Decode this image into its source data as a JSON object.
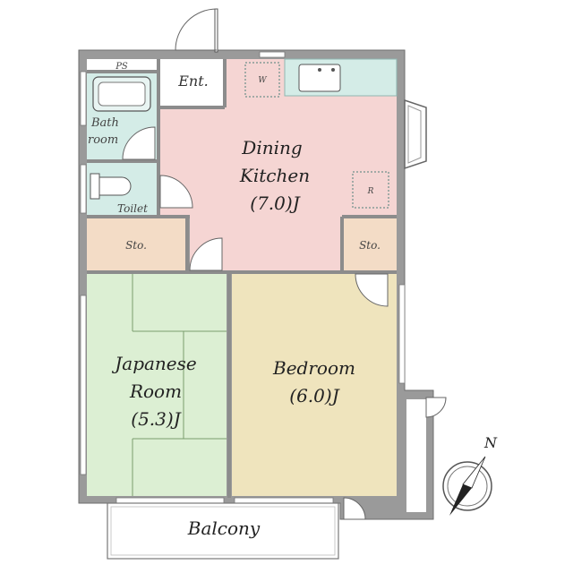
{
  "rooms": {
    "ps": "PS",
    "entrance": "Ent.",
    "bath_line1": "Bath",
    "bath_line2": "room",
    "toilet": "Toilet",
    "washer": "W",
    "fridge": "R",
    "dk_line1": "Dining",
    "dk_line2": "Kitchen",
    "dk_line3": "(7.0)J",
    "storage_left": "Sto.",
    "storage_right": "Sto.",
    "jp_line1": "Japanese",
    "jp_line2": "Room",
    "jp_line3": "(5.3)J",
    "bed_line1": "Bedroom",
    "bed_line2": "(6.0)J",
    "balcony": "Balcony"
  },
  "compass": {
    "north": "N"
  },
  "colors": {
    "dining_kitchen": "#f5d5d3",
    "bedroom": "#efe4bd",
    "japanese_room": "#dcefd3",
    "storage": "#f3dcc6",
    "wet_area": "#d4ece7",
    "wall": "#8c8c8c"
  }
}
